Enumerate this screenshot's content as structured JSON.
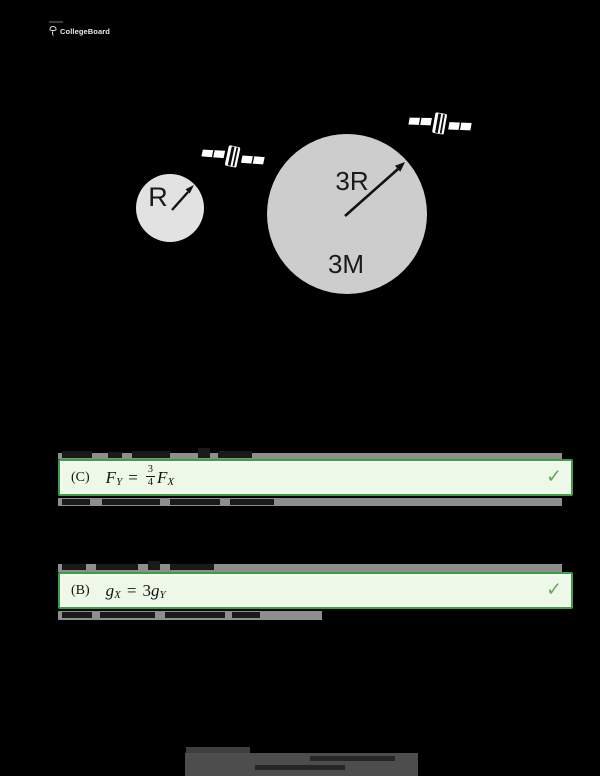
{
  "brand": {
    "name": "CollegeBoard"
  },
  "diagram": {
    "planet_x": {
      "radius_label": "R"
    },
    "planet_y": {
      "radius_label": "3R",
      "mass_label": "3M"
    }
  },
  "answers": {
    "first": {
      "prefix": "(C)",
      "math": {
        "lhs_base": "F",
        "lhs_sub": "Y",
        "equals": "=",
        "frac_num": "3",
        "frac_den": "4",
        "rhs_base": "F",
        "rhs_sub": "X"
      },
      "checkmark": "✓"
    },
    "second": {
      "prefix": "(B)",
      "math": {
        "lhs_base": "g",
        "lhs_sub": "X",
        "equals": "=",
        "coefficient": "3",
        "rhs_base": "g",
        "rhs_sub": "Y"
      },
      "checkmark": "✓"
    }
  },
  "colors": {
    "page_bg": "#000000",
    "correct_bg": "#edf8e9",
    "correct_border": "#3f9d44",
    "checkmark": "#68a65f",
    "planet_x_fill": "#e2e2e2",
    "planet_y_fill": "#cdcdcd",
    "logo_text": "#e9e9e9"
  }
}
